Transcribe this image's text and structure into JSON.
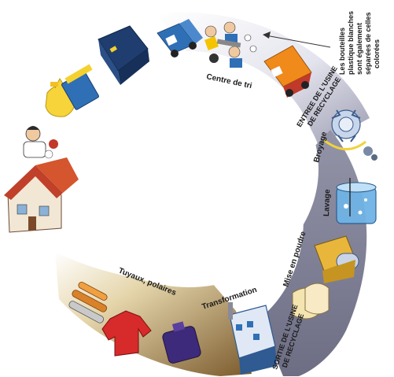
{
  "diagram": {
    "stages": {
      "centre_de_tri": "Centre de tri",
      "entree_line1": "ENTREE DE L'USINE",
      "entree_line2": "DE RECYCLAGE",
      "broyage": "Broyage",
      "lavage": "Lavage",
      "mise_en_poudre": "Mise en poudre",
      "transformation": "Transformation",
      "sortie_line1": "SORTIE DE L'USINE",
      "sortie_line2": "DE RECYCLAGE",
      "tuyaux": "Tuyaux, polaires"
    },
    "annotation": {
      "line1": "Les bouteilles",
      "line2": "plastique blanches",
      "line3": "sont également",
      "line4": "séparées de celles",
      "line5": "colorées"
    },
    "colors": {
      "band_gray": "#7f8094",
      "band_brown": "#8a6a3a",
      "band_tan": "#d8c8a0",
      "ring_light": "#d6d6e2"
    }
  }
}
